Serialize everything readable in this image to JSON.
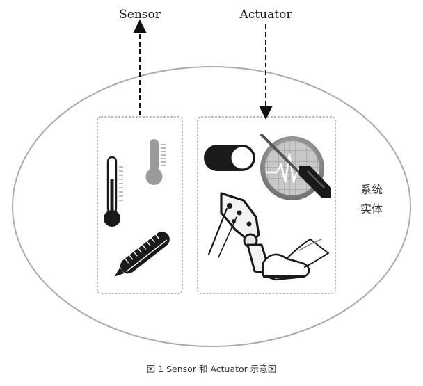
{
  "labels": {
    "sensor": "Sensor",
    "actuator": "Actuator",
    "system_line1": "系统",
    "system_line2": "实体"
  },
  "caption": "图 1 Sensor 和 Actuator 示意图",
  "colors": {
    "ellipse_stroke": "#aaaaaa",
    "box_stroke": "#777777",
    "arrow": "#111111",
    "icon_dark": "#1a1a1a",
    "icon_gray": "#9a9a9a"
  },
  "icons": {
    "sensor": [
      "thermometer-icon",
      "thermometer-gray-icon",
      "clinical-thermometer-icon"
    ],
    "actuator": [
      "toggle-switch-icon",
      "diagnostic-screwdriver-icon",
      "exoskeleton-leg-icon"
    ]
  }
}
